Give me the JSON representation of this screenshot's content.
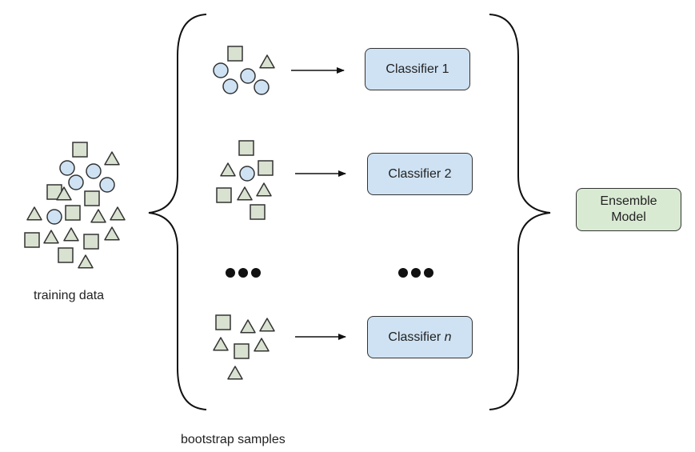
{
  "training_label": "training data",
  "bootstrap_label": "bootstrap samples",
  "classifiers": [
    {
      "name": "Classifier",
      "suffix": "1"
    },
    {
      "name": "Classifier",
      "suffix": "2"
    },
    {
      "name": "Classifier",
      "suffix": "n"
    }
  ],
  "ensemble": {
    "line1": "Ensemble",
    "line2": "Model"
  },
  "colors": {
    "circle_fill": "#cfe2f3",
    "square_fill": "#d9e2d0",
    "triangle_fill": "#d9e2d0",
    "classifier_fill": "#cfe2f3",
    "ensemble_fill": "#d9ead3",
    "stroke": "#333333"
  }
}
